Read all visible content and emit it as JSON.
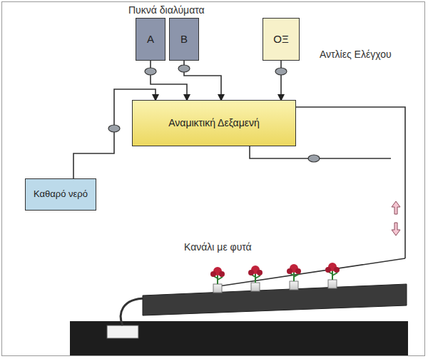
{
  "diagram": {
    "nodes": [
      {
        "text": [
          "A"
        ]
      },
      {
        "text": [
          "B"
        ]
      },
      {
        "text": [
          "ΟΞ"
        ]
      },
      {
        "text": [
          "Αναμικτική Δεξαμενή"
        ]
      },
      {
        "text": [
          "Καθαρό νερό"
        ]
      }
    ],
    "edges": [
      {
        "from": 0,
        "to": 3,
        "arrow": "to"
      },
      {
        "from": 1,
        "to": 3,
        "arrow": "to"
      },
      {
        "from": 2,
        "to": 3,
        "arrow": "to"
      },
      {
        "from": 4,
        "to": 3,
        "arrow": "to"
      }
    ],
    "labels": [
      "Πυκνά διαλύματα",
      "Αντλίες Ελέγχου",
      "Κανάλι με φυτά"
    ]
  }
}
